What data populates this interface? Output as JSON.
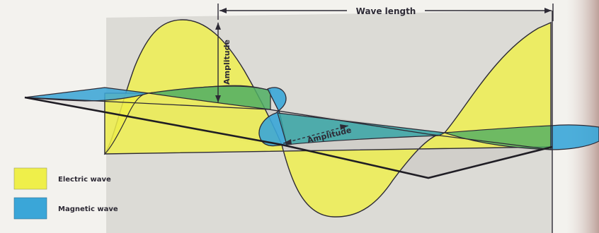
{
  "labels": {
    "wavelength": "Wave length",
    "amplitude_vertical": "Amplitude",
    "amplitude_horizontal": "Amplitude"
  },
  "legend": {
    "electric": "Electric wave",
    "magnetic": "Magnetic wave"
  },
  "colors": {
    "electric": "#efef4a",
    "magnetic": "#3aa6d8",
    "overlap": "#4fae63",
    "plane": "#8c8a86",
    "background": "#f3f2ee",
    "ink": "#2d2a35"
  }
}
